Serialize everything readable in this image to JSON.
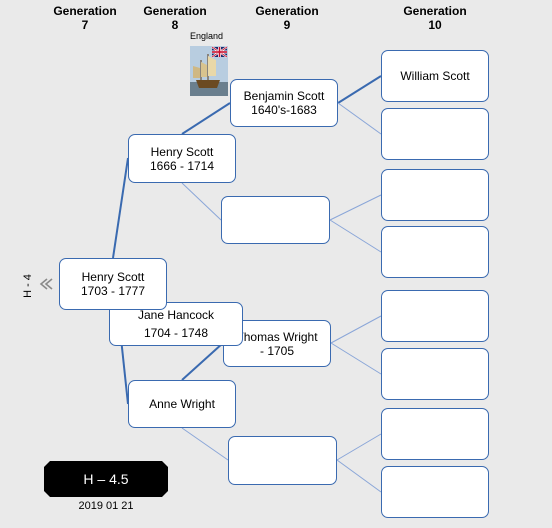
{
  "headers": {
    "gen7": {
      "line1": "Generation",
      "line2": "7"
    },
    "gen8": {
      "line1": "Generation",
      "line2": "8"
    },
    "gen9": {
      "line1": "Generation",
      "line2": "9"
    },
    "gen10": {
      "line1": "Generation",
      "line2": "10"
    }
  },
  "side_label": "H - 4",
  "england_label": "England",
  "people": {
    "henry_1703": {
      "name": "Henry Scott",
      "dates": "1703 - 1777"
    },
    "jane_hancock": {
      "name": "Jane Hancock",
      "dates": "1704 - 1748"
    },
    "henry_1666": {
      "name": "Henry Scott",
      "dates": "1666 - 1714"
    },
    "anne_wright": {
      "name": "Anne Wright"
    },
    "benjamin_scott": {
      "name": "Benjamin Scott",
      "dates": "1640's-1683"
    },
    "thomas_wright": {
      "name": "Thomas Wright",
      "dates": "- 1705"
    },
    "william_scott": {
      "name": "William Scott"
    }
  },
  "footer": {
    "code": "H – 4.5",
    "date": "2019 01 21"
  },
  "colors": {
    "line": "#3a6ab0",
    "line_light": "#8aa6d8",
    "box_border": "#3a6ab0",
    "background": "#eaeaea"
  }
}
